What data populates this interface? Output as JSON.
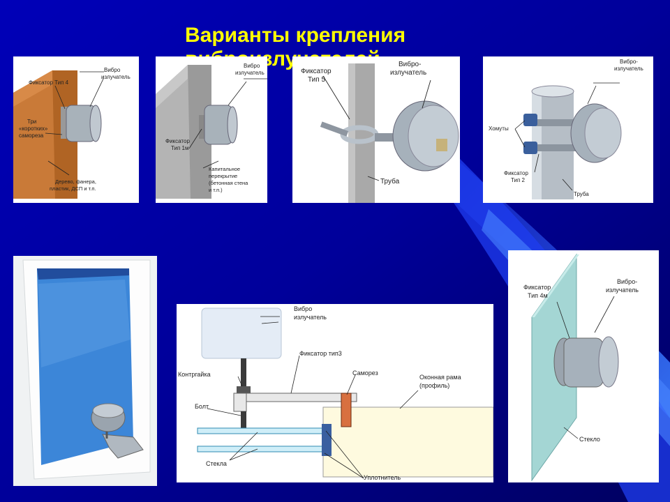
{
  "slide": {
    "title_line1": "Варианты крепления",
    "title_line2": "виброизлучателей"
  },
  "panel1": {
    "vibro_line1": "Вибро",
    "vibro_line2": "излучатель",
    "fixer": "Фиксатор Тип 4",
    "screws_line1": "Три",
    "screws_line2": "«коротких»",
    "screws_line3": "самореза",
    "material_line1": "Дерево, фанера,",
    "material_line2": "пластик, ДСП и т.п."
  },
  "panel2": {
    "vibro_line1": "Вибро",
    "vibro_line2": "излучатель",
    "fixer_line1": "Фиксатор",
    "fixer_line2": "Тип 1м",
    "wall_line1": "Капитальное",
    "wall_line2": "перекрытие",
    "wall_line3": "(бетонная стена",
    "wall_line4": "и т.п.)"
  },
  "panel3": {
    "fixer_line1": "Фиксатор",
    "fixer_line2": "Тип 5",
    "vibro_line1": "Вибро-",
    "vibro_line2": "излучатель",
    "pipe": "Труба"
  },
  "panel4": {
    "vibro_line1": "Вибро-",
    "vibro_line2": "излучатель",
    "clamps": "Хомуты",
    "fixer_line1": "Фиксатор",
    "fixer_line2": "Тип 2",
    "pipe": "Труба"
  },
  "panel6": {
    "vibro_line1": "Вибро",
    "vibro_line2": "излучатель",
    "fixer": "Фиксатор тип3",
    "locknut": "Контргайка",
    "screw": "Саморез",
    "frame_line1": "Оконная рама",
    "frame_line2": "(профиль)",
    "bolt": "Болт",
    "glass": "Стекла",
    "seal": "Уплотнитель"
  },
  "panel7": {
    "fixer_line1": "Фиксатор",
    "fixer_line2": "Тип 4м",
    "vibro_line1": "Вибро-",
    "vibro_line2": "излучатель",
    "glass": "Стекло"
  }
}
